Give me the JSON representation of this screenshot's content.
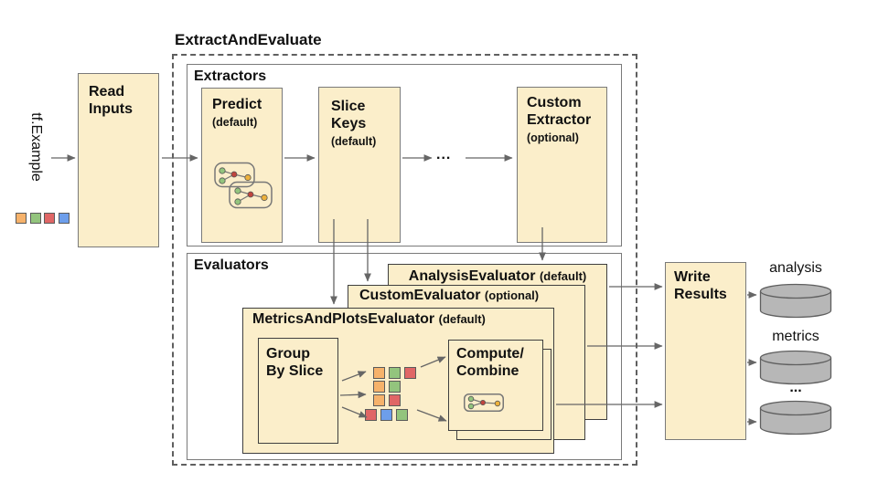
{
  "pipeline": {
    "title": "ExtractAndEvaluate"
  },
  "input": {
    "label": "tf.Example",
    "squares": [
      "#F6B26B",
      "#93C47D",
      "#E06666",
      "#6D9EEB"
    ]
  },
  "read_inputs": {
    "line1": "Read",
    "line2": "Inputs"
  },
  "extractors": {
    "label": "Extractors",
    "predict": {
      "name": "Predict",
      "qualifier": "(default)"
    },
    "slice_keys": {
      "line1": "Slice",
      "line2": "Keys",
      "qualifier": "(default)"
    },
    "ellipsis": "...",
    "custom_extractor": {
      "line1": "Custom",
      "line2": "Extractor",
      "qualifier": "(optional)"
    }
  },
  "evaluators": {
    "label": "Evaluators",
    "analysis_evaluator": {
      "name": "AnalysisEvaluator",
      "qualifier": "(default)"
    },
    "custom_evaluator": {
      "name": "CustomEvaluator",
      "qualifier": "(optional)"
    },
    "metrics_and_plots_evaluator": {
      "name": "MetricsAndPlotsEvaluator",
      "qualifier": "(default)"
    },
    "group_by_slice": {
      "line1": "Group",
      "line2": "By Slice"
    },
    "compute_combine": {
      "line1": "Compute/",
      "line2": "Combine"
    },
    "slice_rows": [
      [
        "#F6B26B",
        "#93C47D",
        "#E06666"
      ],
      [
        "#F6B26B",
        "#93C47D"
      ],
      [
        "#F6B26B",
        "#E06666"
      ],
      [
        "#E06666",
        "#6D9EEB",
        "#93C47D"
      ]
    ]
  },
  "write_results": {
    "line1": "Write",
    "line2": "Results"
  },
  "outputs": [
    {
      "label": "analysis"
    },
    {
      "label": "metrics"
    },
    {
      "label": "..."
    }
  ],
  "palette": {
    "box_fill": "#FBEECA",
    "box_border": "#7A7A7A",
    "arrow": "#666666",
    "cylinder_fill": "#B7B7B7",
    "cylinder_stroke": "#5F5F5F",
    "node_green": "#93C47D",
    "node_red": "#C0453E",
    "node_yellow": "#EDB13C"
  }
}
